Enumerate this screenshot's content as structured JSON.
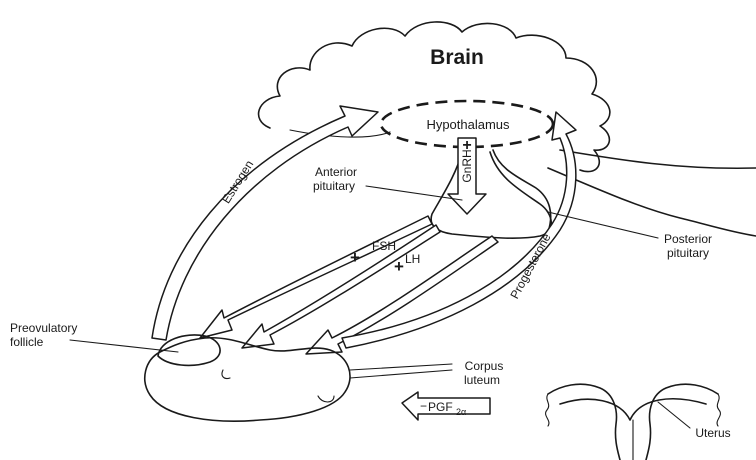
{
  "diagram": {
    "brain_label": "Brain",
    "hypothalamus_label": "Hypothalamus",
    "gnrh_label": "GnRH",
    "gnrh_sign": "+",
    "anterior_pituitary_line1": "Anterior",
    "anterior_pituitary_line2": "pituitary",
    "posterior_pituitary_line1": "Posterior",
    "posterior_pituitary_line2": "pituitary",
    "fsh_label": "FSH",
    "fsh_sign": "+",
    "lh_label": "LH",
    "lh_sign": "+",
    "estrogen_label": "Estrogen",
    "progesterone_label": "Progesterone",
    "preovulatory_line1": "Preovulatory",
    "preovulatory_line2": "follicle",
    "corpus_line1": "Corpus",
    "corpus_line2": "luteum",
    "pgf_sign": "−",
    "pgf_label": "PGF",
    "pgf_subscript": "2α",
    "uterus_label": "Uterus"
  }
}
